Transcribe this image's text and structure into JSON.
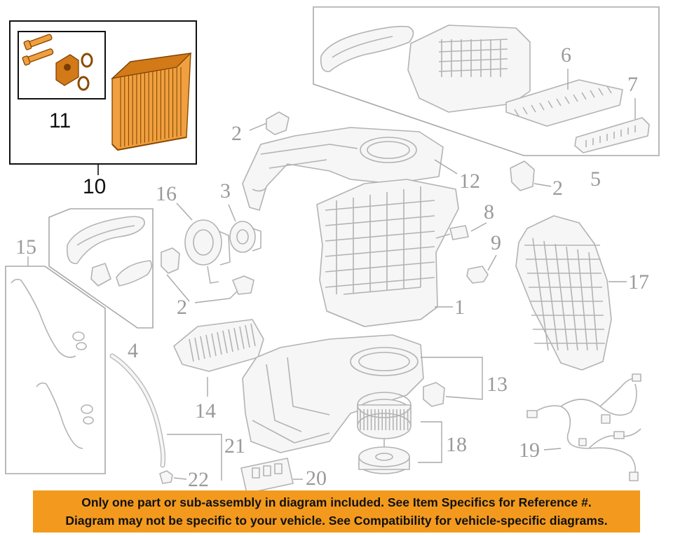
{
  "callouts": {
    "c1": "1",
    "c2a": "2",
    "c2b": "2",
    "c2c": "2",
    "c3": "3",
    "c4": "4",
    "c5": "5",
    "c6": "6",
    "c7": "7",
    "c8": "8",
    "c9": "9",
    "c10": "10",
    "c11": "11",
    "c12": "12",
    "c13": "13",
    "c14": "14",
    "c15": "15",
    "c16": "16",
    "c17": "17",
    "c18": "18",
    "c19": "19",
    "c20": "20",
    "c21": "21",
    "c22": "22"
  },
  "highlight": {
    "parts": [
      "10",
      "11"
    ],
    "color": "#f0a040",
    "banner_color": "#f39a1e"
  },
  "banner": {
    "line1": "Only one part or sub-assembly in diagram included. See Item Specifics for Reference #.",
    "line2": "Diagram may not be specific to your vehicle. See Compatibility for vehicle-specific diagrams."
  }
}
